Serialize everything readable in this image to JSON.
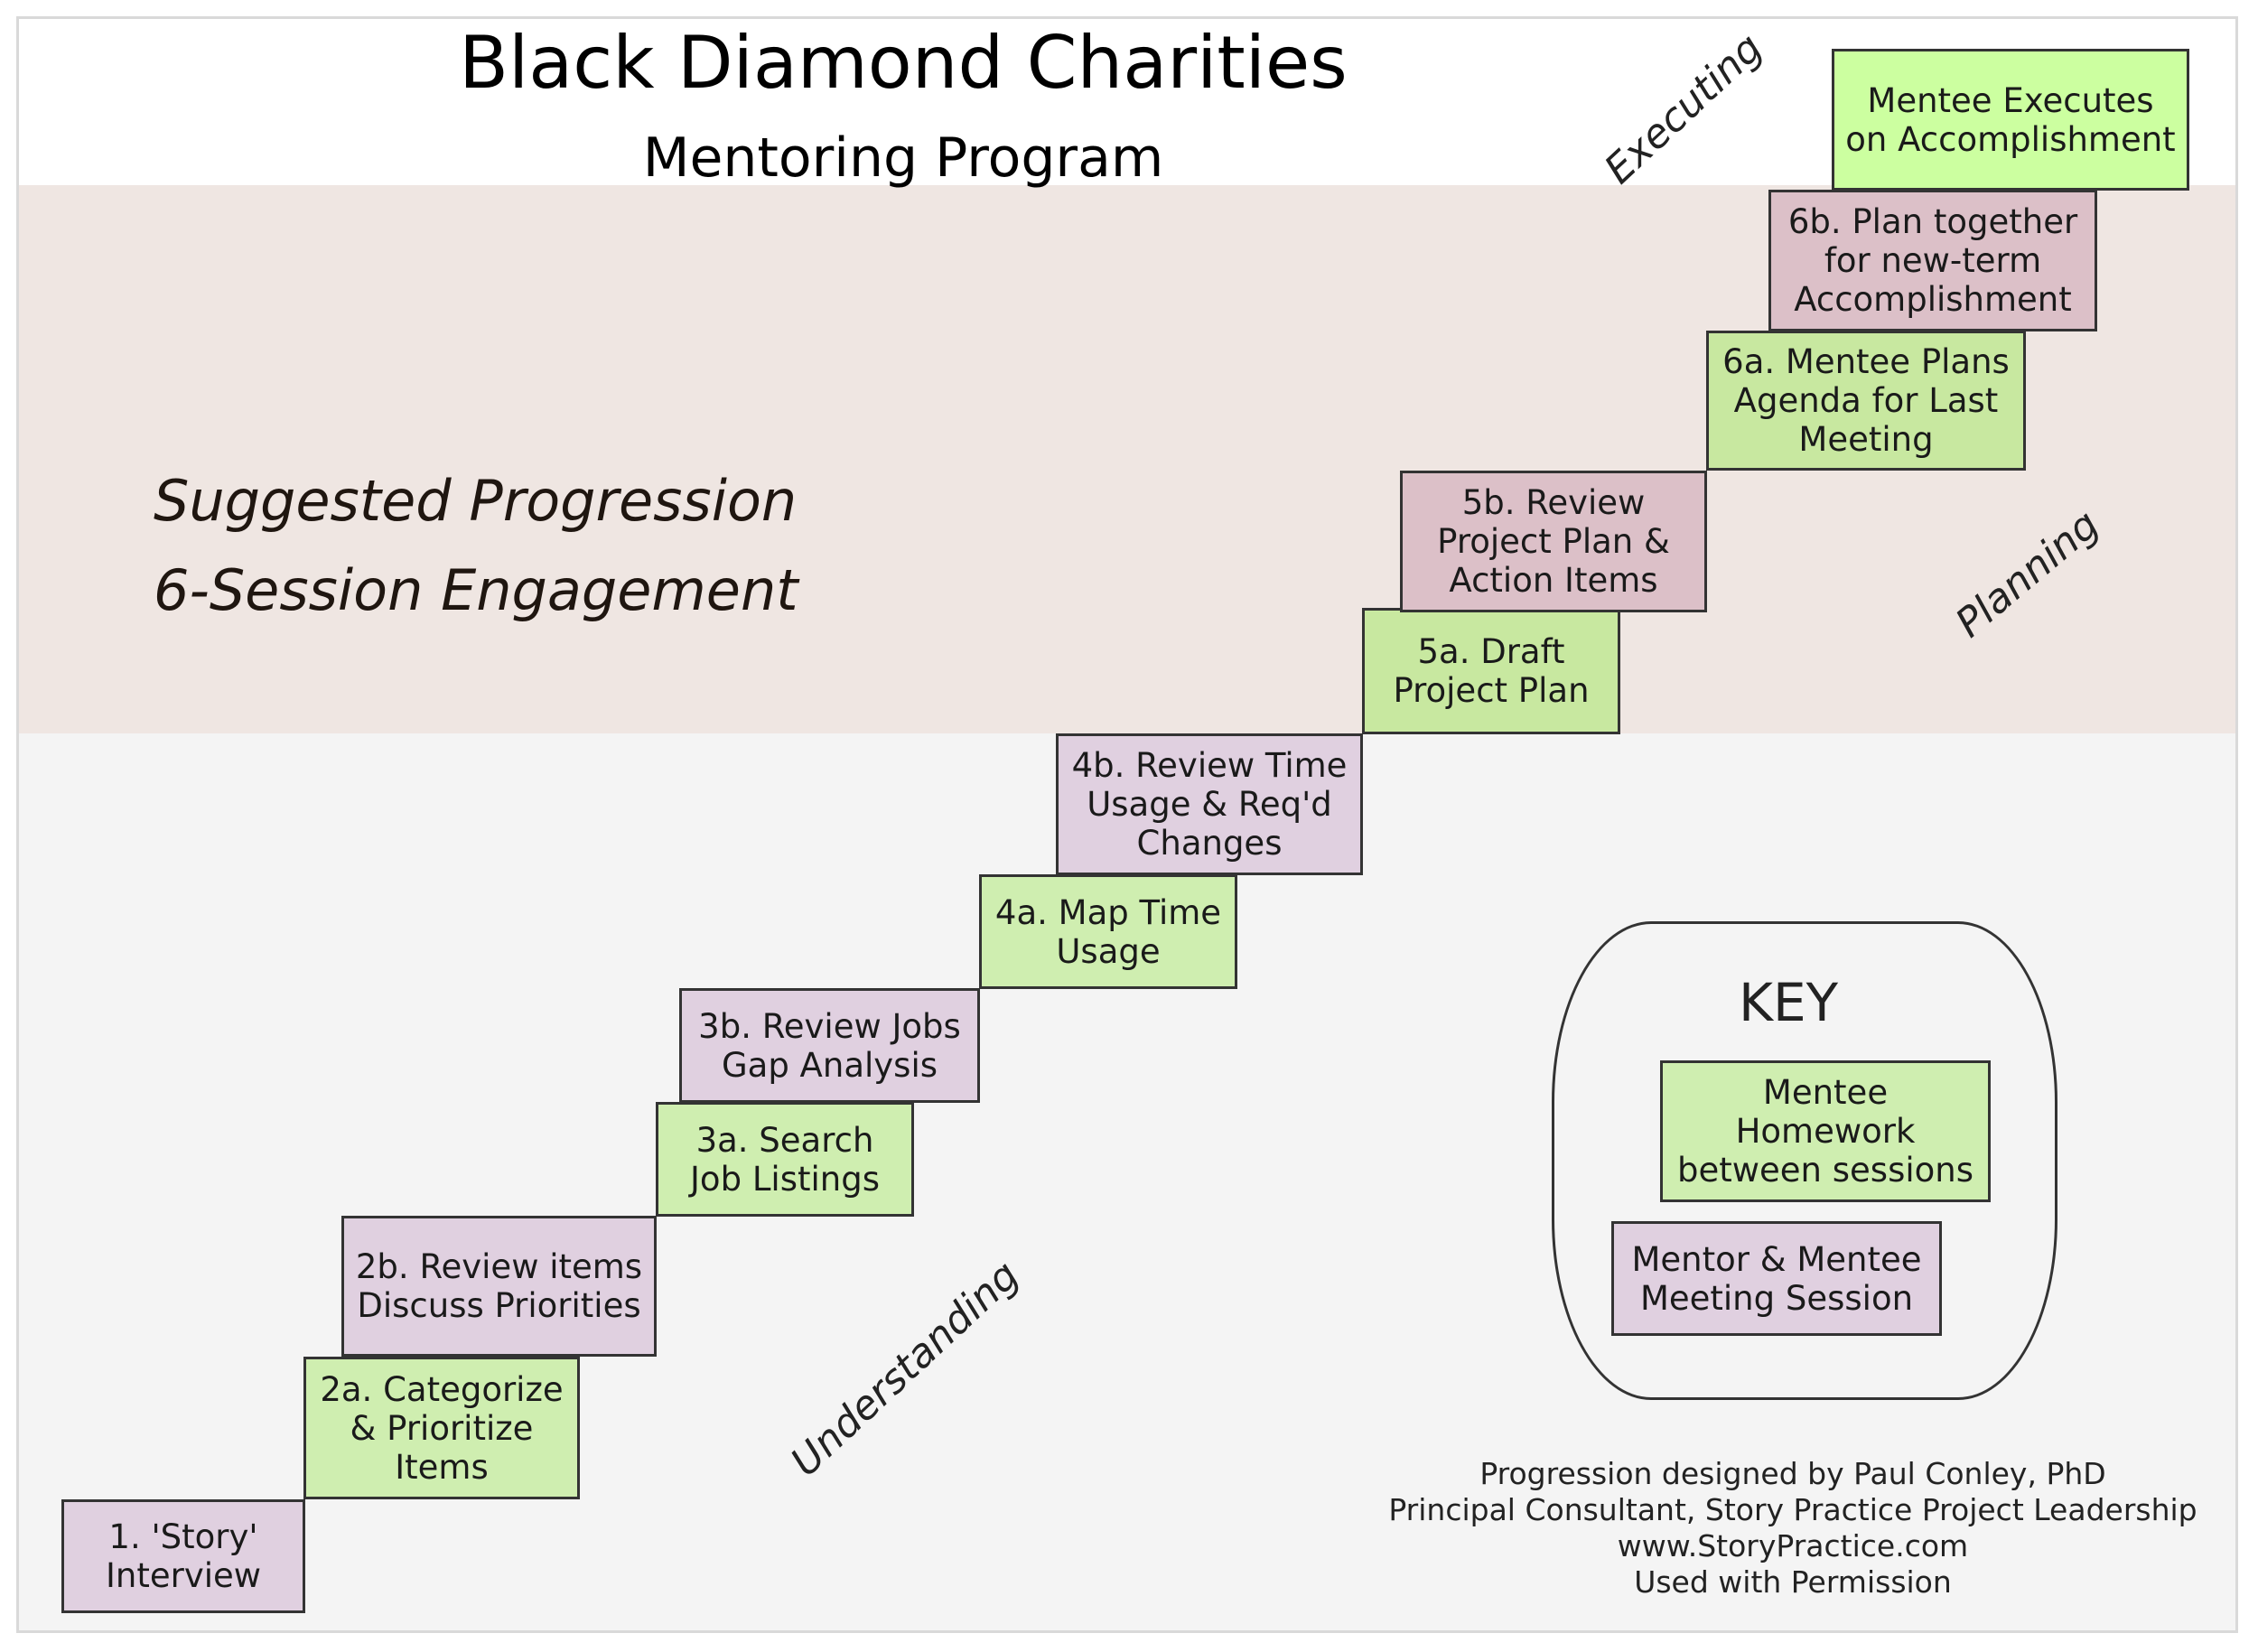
{
  "header": {
    "title": "Black Diamond Charities",
    "subtitle": "Mentoring Program"
  },
  "summary": {
    "line1": "Suggested Progression",
    "line2": "6-Session Engagement"
  },
  "phases": {
    "executing": "Executing",
    "planning": "Planning",
    "understanding": "Understanding"
  },
  "steps": [
    {
      "id": "step-1",
      "label": "1. 'Story'\nInterview",
      "type": "meeting"
    },
    {
      "id": "step-2a",
      "label": "2a. Categorize\n& Prioritize\nItems",
      "type": "homework"
    },
    {
      "id": "step-2b",
      "label": "2b. Review items\nDiscuss Priorities",
      "type": "meeting"
    },
    {
      "id": "step-3a",
      "label": "3a. Search\nJob Listings",
      "type": "homework"
    },
    {
      "id": "step-3b",
      "label": "3b. Review Jobs\nGap Analysis",
      "type": "meeting"
    },
    {
      "id": "step-4a",
      "label": "4a. Map Time\nUsage",
      "type": "homework"
    },
    {
      "id": "step-4b",
      "label": "4b. Review Time\nUsage & Req'd\nChanges",
      "type": "meeting"
    },
    {
      "id": "step-5a",
      "label": "5a. Draft\nProject Plan",
      "type": "homework"
    },
    {
      "id": "step-5b",
      "label": "5b. Review\nProject Plan &\nAction Items",
      "type": "meeting"
    },
    {
      "id": "step-6a",
      "label": "6a. Mentee Plans\nAgenda for Last\nMeeting",
      "type": "homework"
    },
    {
      "id": "step-6b",
      "label": "6b. Plan together\nfor new-term\nAccomplishment",
      "type": "meeting"
    },
    {
      "id": "step-7",
      "label": "Mentee Executes\non Accomplishment",
      "type": "homework"
    }
  ],
  "key": {
    "title": "KEY",
    "homework_label": "Mentee\nHomework\nbetween sessions",
    "meeting_label": "Mentor & Mentee\nMeeting Session"
  },
  "credits": [
    "Progression designed by Paul Conley, PhD",
    "Principal Consultant, Story Practice Project Leadership",
    "www.StoryPractice.com",
    "Used with Permission"
  ],
  "colors": {
    "homework": "#cfeeb0",
    "meeting": "#e0d0e0",
    "planning_band": "#efe6e2",
    "understanding_band": "#f4f4f4"
  }
}
